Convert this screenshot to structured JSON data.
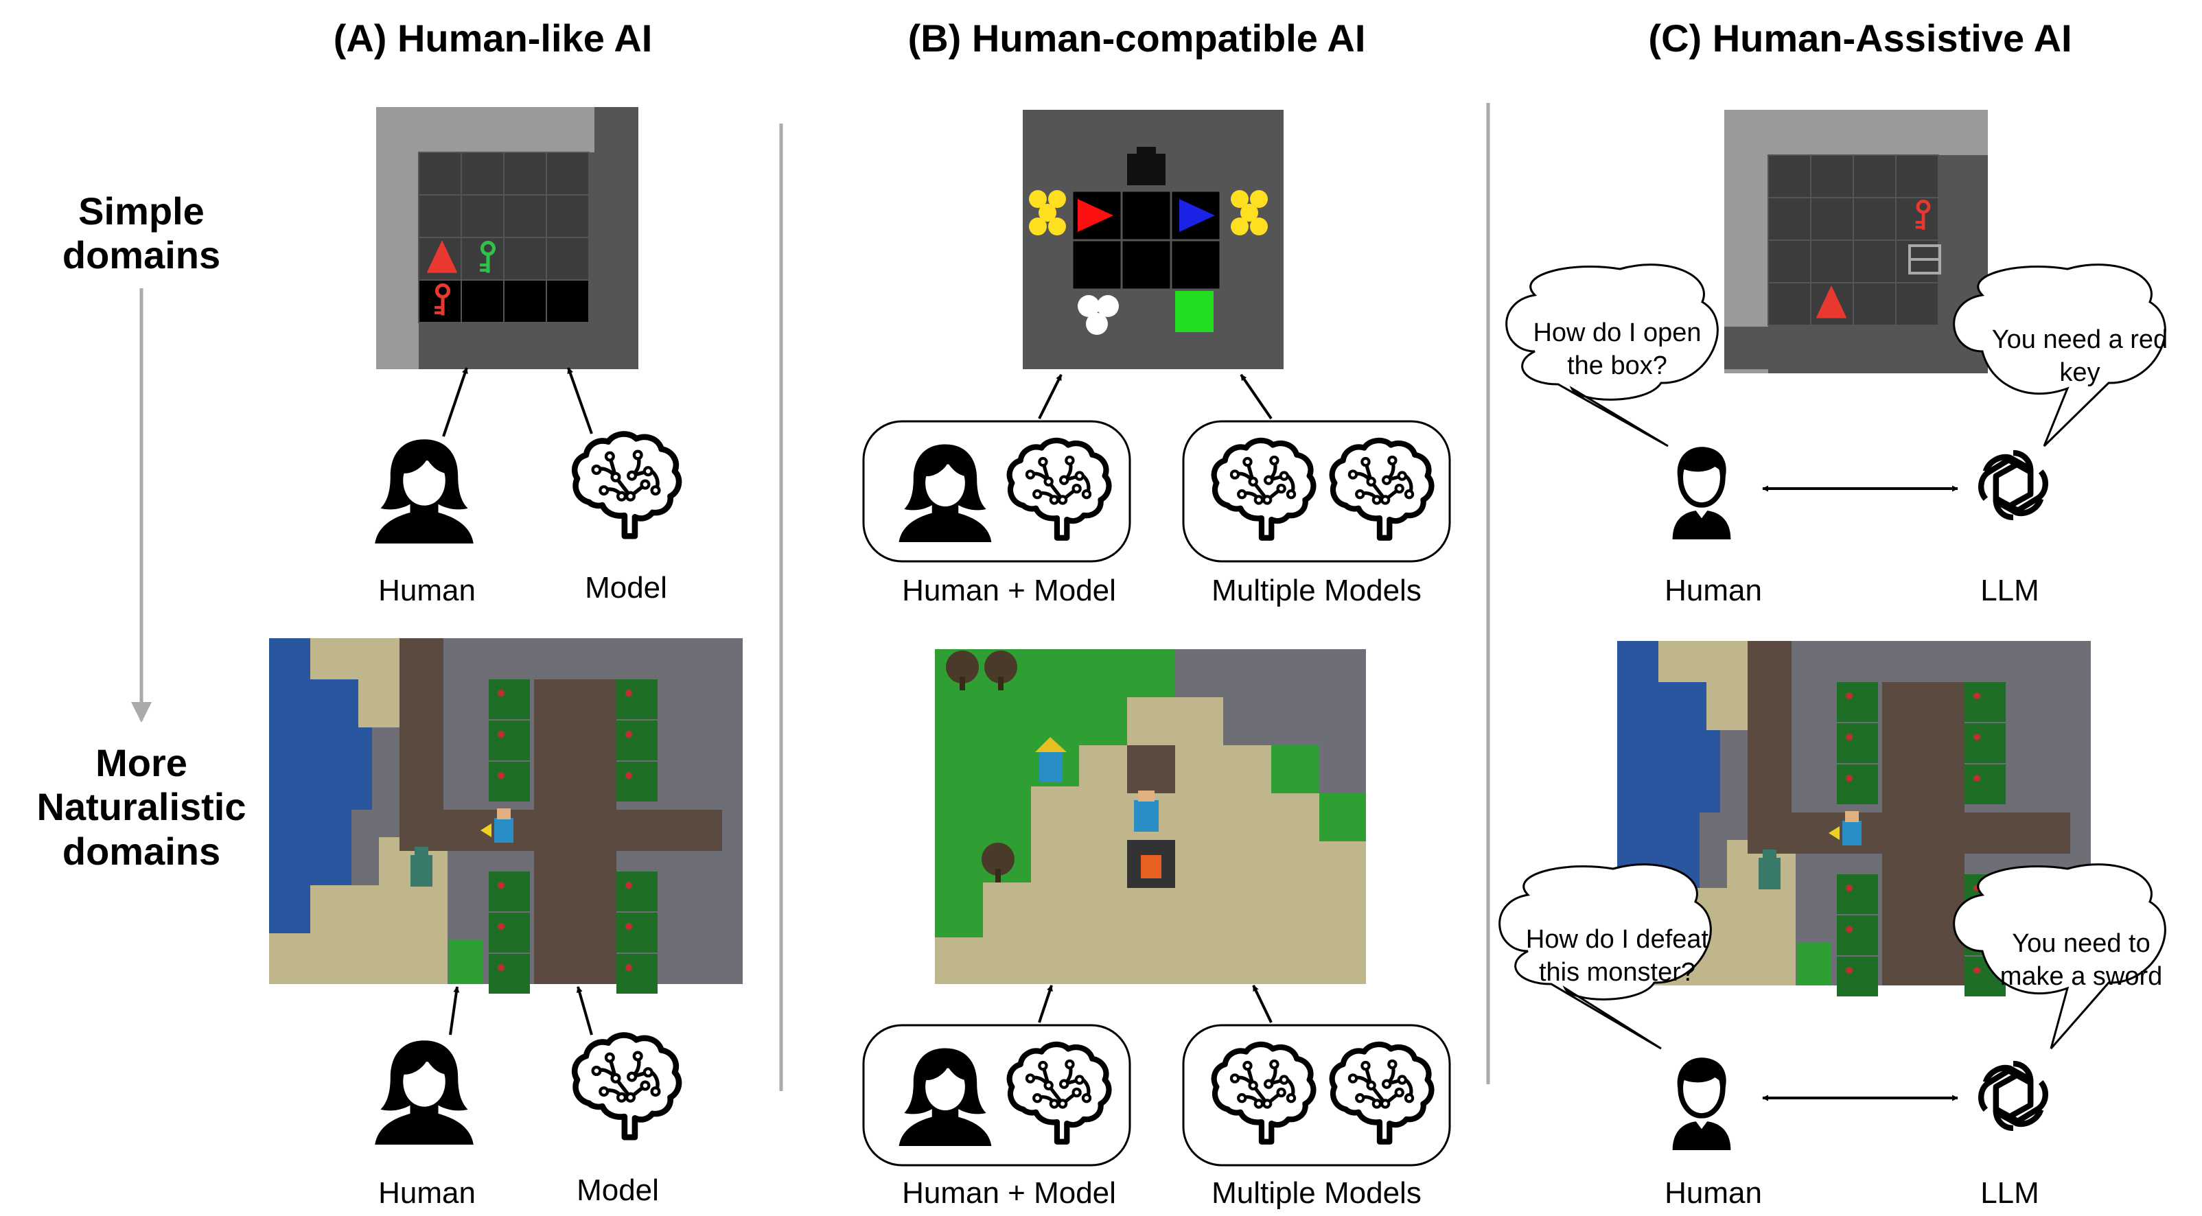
{
  "panels": {
    "a": {
      "title": "(A) Human-like AI"
    },
    "b": {
      "title": "(B) Human-compatible AI"
    },
    "c": {
      "title": "(C) Human-Assistive AI"
    }
  },
  "side_labels": {
    "simple": [
      "Simple",
      "domains"
    ],
    "naturalistic": [
      "More",
      "Naturalistic",
      "domains"
    ]
  },
  "agents": {
    "human": "Human",
    "model": "Model",
    "human_model": "Human + Model",
    "multiple_models": "Multiple Models",
    "llm": "LLM"
  },
  "bubbles": {
    "q1": [
      "How do I open",
      "the box?"
    ],
    "a1": [
      "You need a red",
      "key"
    ],
    "q2": [
      "How do I defeat",
      "this monster?"
    ],
    "a2": [
      "You need to",
      "make a sword"
    ]
  },
  "colors": {
    "wall": "#555555",
    "wall_light": "#9a9a9a",
    "cell": "#3c3c3c",
    "grid_line": "#555555",
    "black": "#000000",
    "red": "#e8382f",
    "green_key": "#2ec24a",
    "blue": "#1a22e6",
    "yellow": "#ffe020",
    "green_goal": "#22dd22",
    "water": "#2a56a0",
    "sand": "#bfb68c",
    "grass": "#2f9e33",
    "stone": "#6e6e76",
    "path": "#5a4a40",
    "separator": "#aaaaaa"
  },
  "icons": [
    "woman-icon",
    "brain-icon",
    "man-icon",
    "openai-logo-icon",
    "key-icon",
    "triangle-agent-icon",
    "box-icon",
    "arrow-icon"
  ]
}
